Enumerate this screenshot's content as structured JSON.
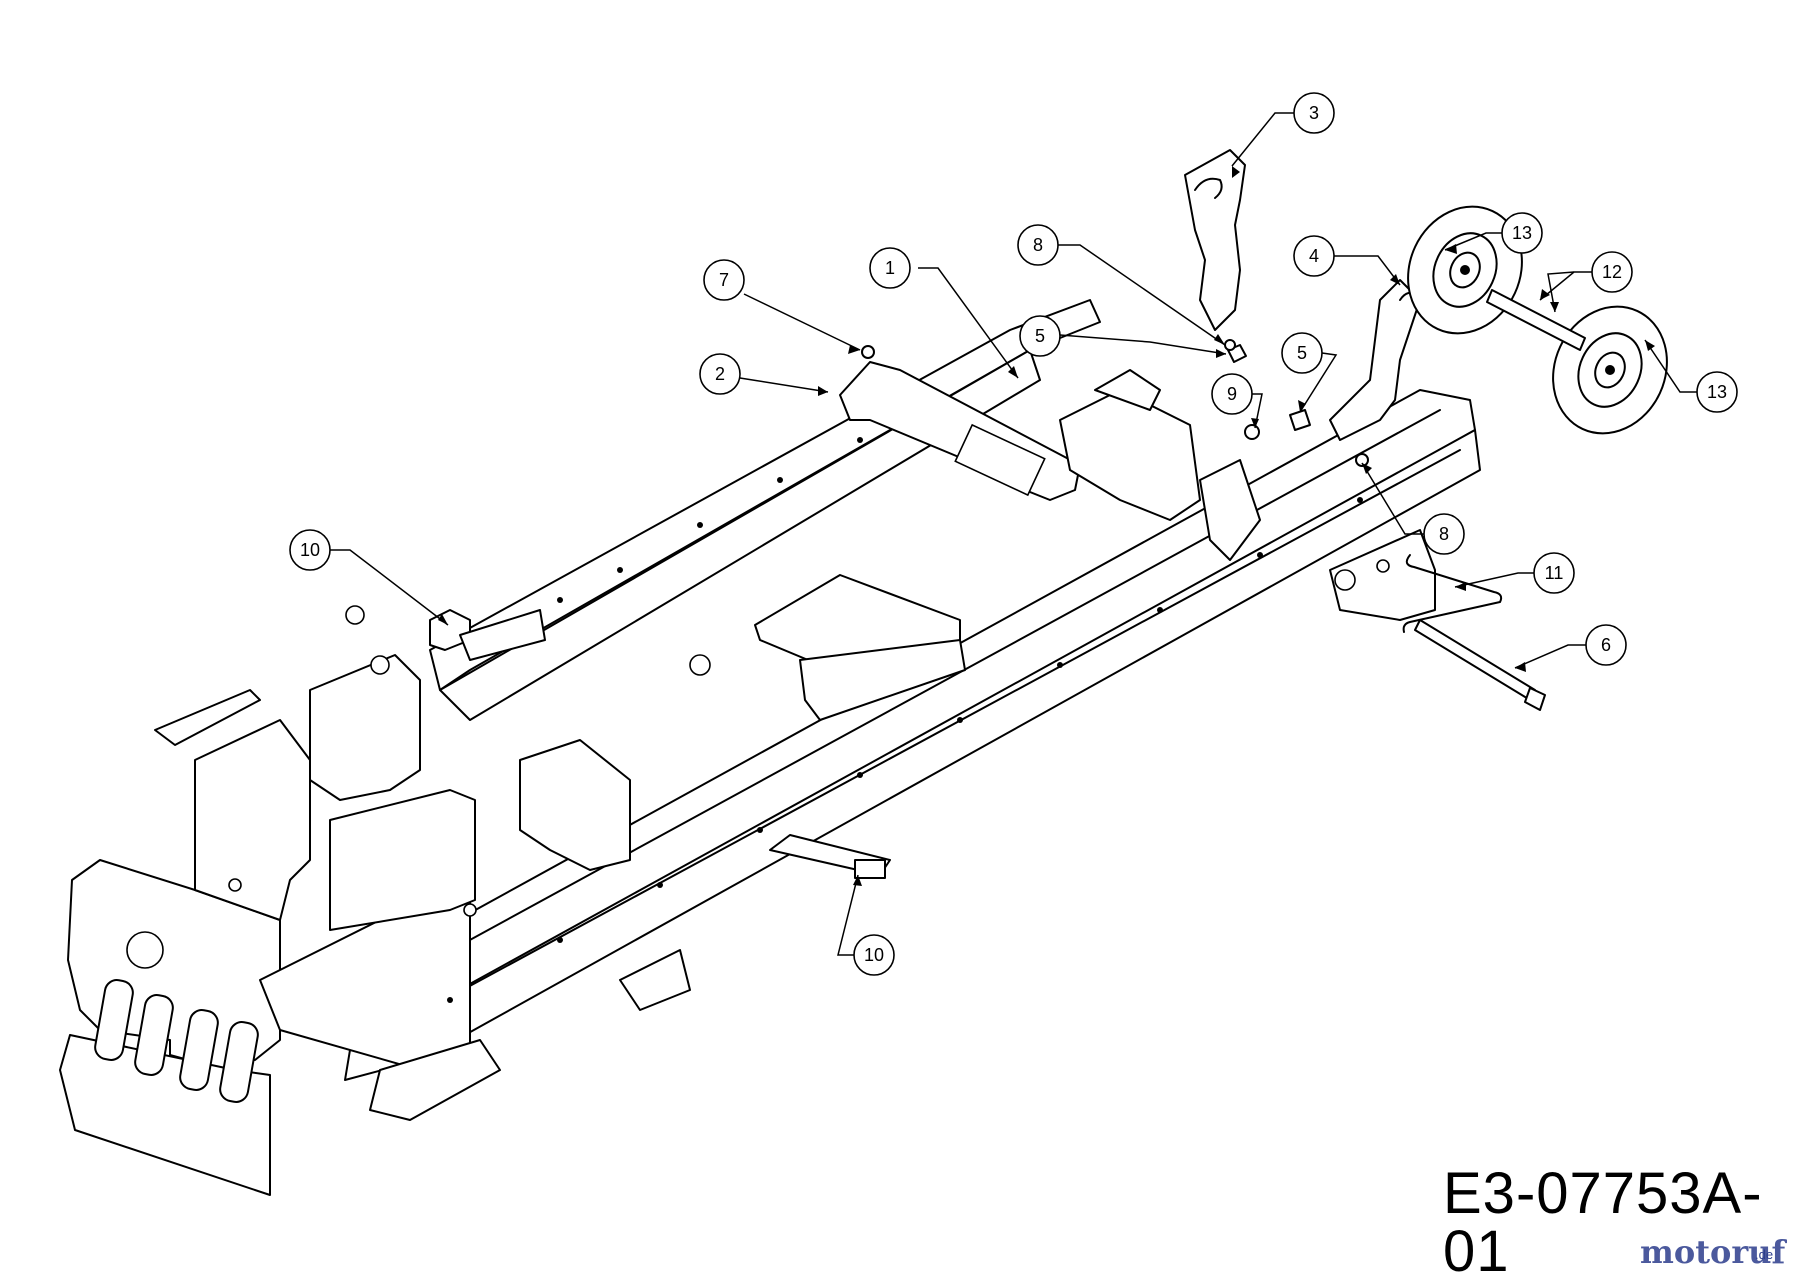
{
  "diagram": {
    "drawing_code": "E3-07753A-01",
    "watermark": "motoruf",
    "watermark_tld": ".de"
  },
  "callouts": [
    {
      "id": "c1",
      "label": "1"
    },
    {
      "id": "c2",
      "label": "2"
    },
    {
      "id": "c3",
      "label": "3"
    },
    {
      "id": "c4",
      "label": "4"
    },
    {
      "id": "c5a",
      "label": "5"
    },
    {
      "id": "c5b",
      "label": "5"
    },
    {
      "id": "c6",
      "label": "6"
    },
    {
      "id": "c7",
      "label": "7"
    },
    {
      "id": "c8a",
      "label": "8"
    },
    {
      "id": "c8b",
      "label": "8"
    },
    {
      "id": "c9",
      "label": "9"
    },
    {
      "id": "c10a",
      "label": "10"
    },
    {
      "id": "c10b",
      "label": "10"
    },
    {
      "id": "c11",
      "label": "11"
    },
    {
      "id": "c12",
      "label": "12"
    },
    {
      "id": "c13a",
      "label": "13"
    },
    {
      "id": "c13b",
      "label": "13"
    }
  ]
}
